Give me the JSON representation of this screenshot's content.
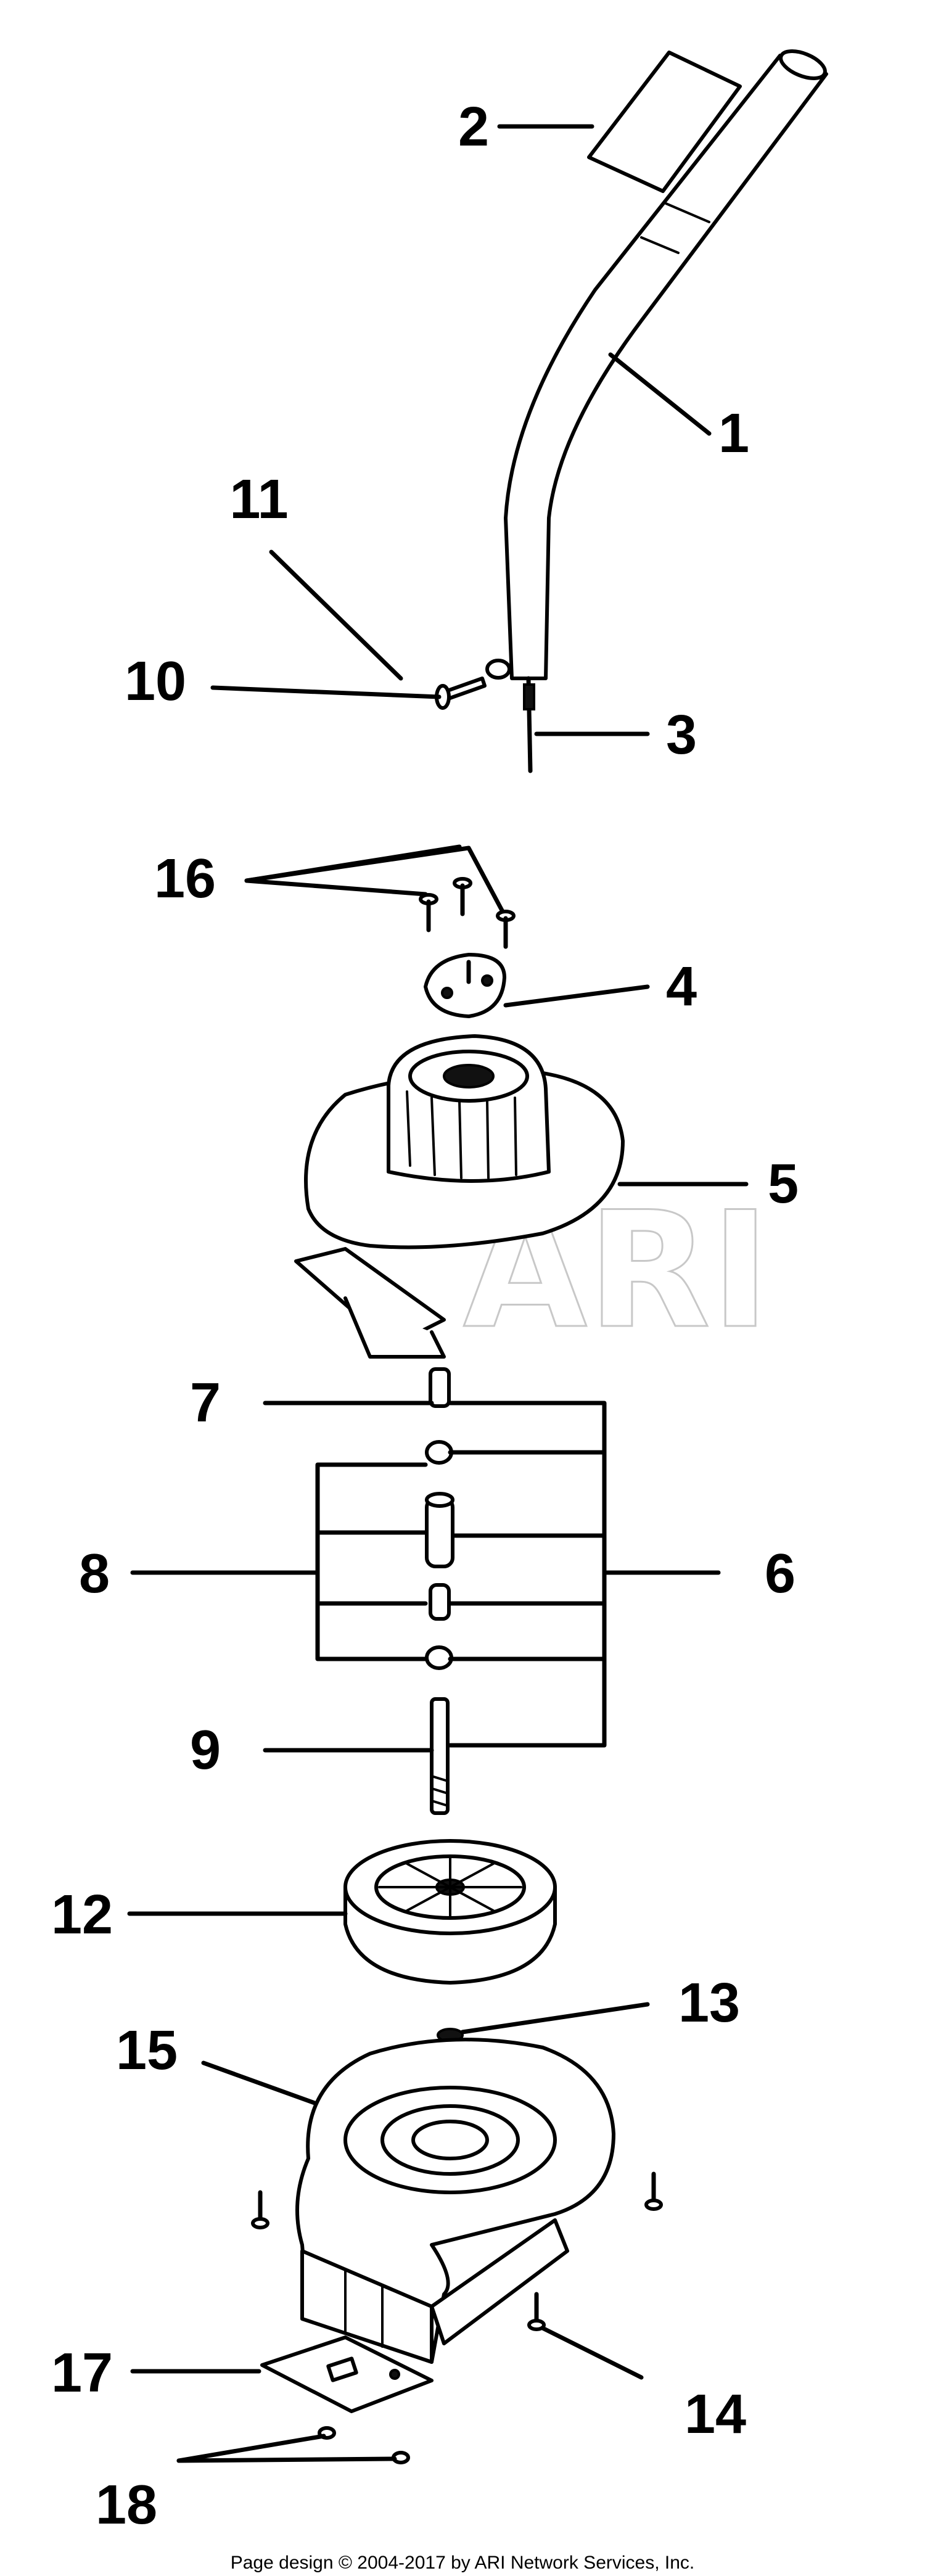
{
  "watermark": "ARI",
  "footer": "Page design © 2004-2017 by ARI Network Services, Inc.",
  "callouts": [
    "1",
    "2",
    "3",
    "4",
    "5",
    "6",
    "7",
    "8",
    "9",
    "10",
    "11",
    "12",
    "13",
    "14",
    "15",
    "16",
    "17",
    "18"
  ]
}
